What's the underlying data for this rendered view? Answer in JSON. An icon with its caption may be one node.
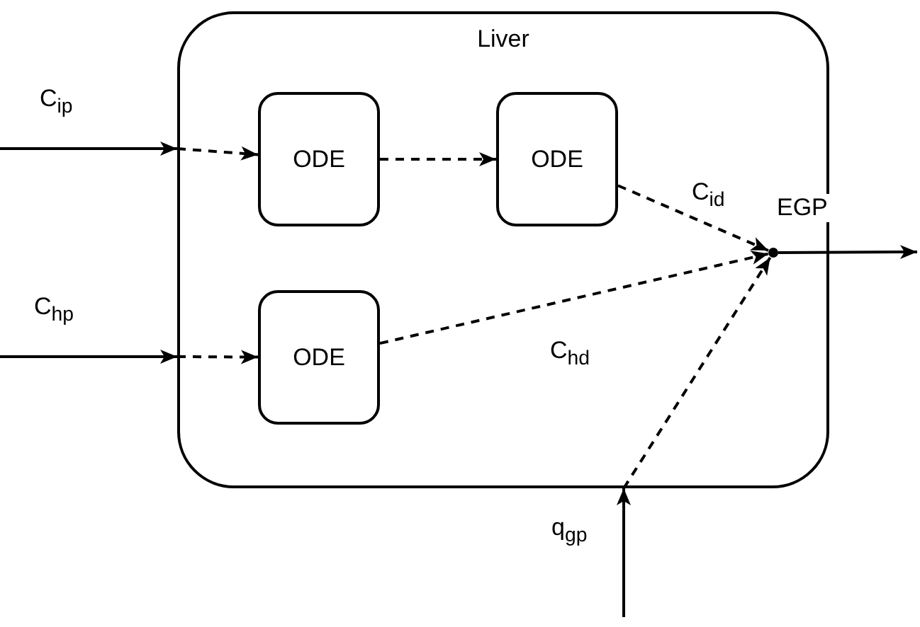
{
  "diagram": {
    "nodes": [
      {
        "text": [
          "Liver"
        ]
      },
      {
        "text": [
          "ODE"
        ],
        "in": 0
      },
      {
        "text": [
          "ODE"
        ],
        "in": 0
      },
      {
        "text": [
          "ODE"
        ],
        "in": 0
      },
      {
        "text": [],
        "shape": "dot",
        "in": 0
      }
    ],
    "edges": [
      {
        "from": null,
        "to": 0,
        "arrow": "to",
        "label": "C$_{ip}$"
      },
      {
        "from": 0,
        "to": 1,
        "arrow": "to",
        "style": "dashed"
      },
      {
        "from": 1,
        "to": 2,
        "arrow": "to",
        "style": "dashed"
      },
      {
        "from": 2,
        "to": 4,
        "arrow": "to",
        "style": "dashed",
        "label": "C$_{id}$"
      },
      {
        "from": null,
        "to": 0,
        "arrow": "to",
        "label": "C$_{hp}$"
      },
      {
        "from": 0,
        "to": 3,
        "arrow": "to",
        "style": "dashed"
      },
      {
        "from": 3,
        "to": 4,
        "arrow": "to",
        "style": "dashed",
        "label": "C$_{hd}$"
      },
      {
        "from": null,
        "to": 0,
        "arrow": "to",
        "label": "q$_{gp}$"
      },
      {
        "from": 0,
        "to": 4,
        "arrow": "to",
        "style": "dashed"
      },
      {
        "from": 4,
        "to": null,
        "arrow": "to",
        "label": "EGP"
      }
    ]
  }
}
